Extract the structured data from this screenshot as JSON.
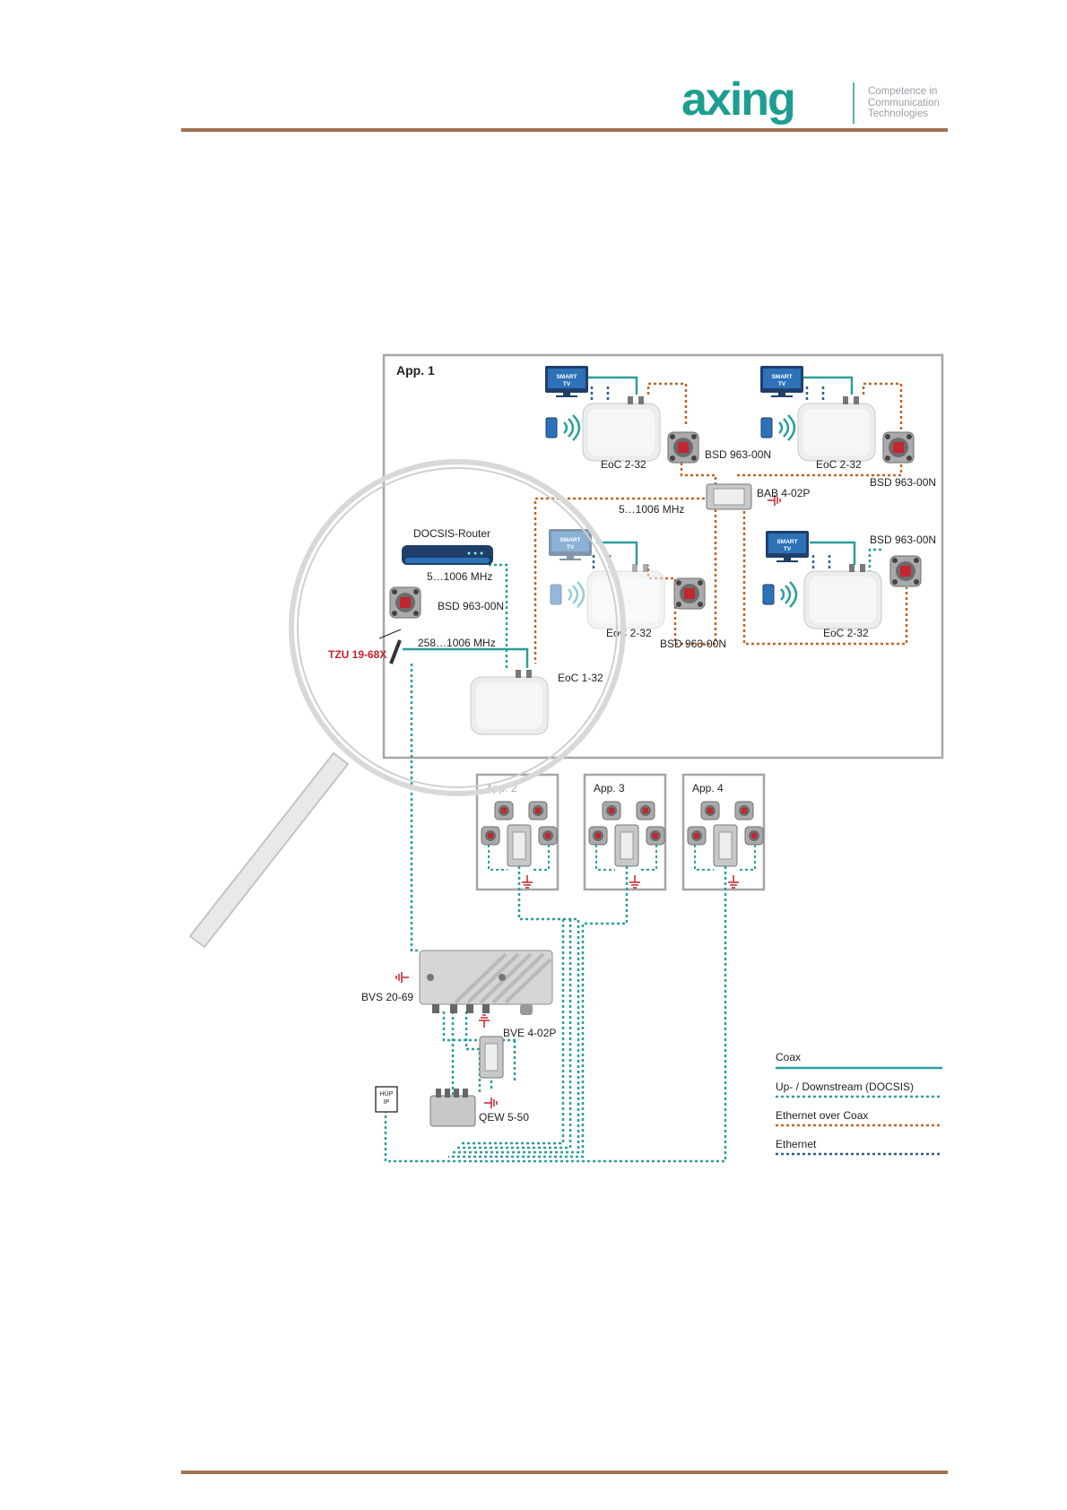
{
  "header": {
    "brand": "axing",
    "tagline": [
      "Competence in",
      "Communication",
      "Technologies"
    ]
  },
  "diagram": {
    "app1": {
      "title": "App. 1",
      "router": "DOCSIS-Router",
      "router_freq": "5…1006 MHz",
      "router_socket": "BSD 963-00N",
      "filter": "TZU 19-68X",
      "filter_freq": "258…1006 MHz",
      "eoc_master": "EoC 1-32",
      "eoc_a": "EoC 2-32",
      "eoc_b": "EoC 2-32",
      "eoc_c": "EoC 2-32",
      "eoc_d": "EoC 2-32",
      "socket_a": "BSD 963-00N",
      "socket_b": "BSD 963-00N",
      "socket_c": "BSD 963-00N",
      "socket_d": "BSD 963-00N",
      "splitter": "BAB 4-02P",
      "splitter_freq": "5…1006 MHz",
      "smart_tv": [
        "SMART",
        "TV"
      ]
    },
    "app2": {
      "title": "App. 2"
    },
    "app3": {
      "title": "App. 3"
    },
    "app4": {
      "title": "App. 4"
    },
    "amplifier": "BVS 20-69",
    "distributor": "BVE 4-02P",
    "multiswitch": "QEW 5-50",
    "hup": [
      "HÜP",
      "IP"
    ]
  },
  "legend": [
    {
      "label": "Coax",
      "color": "#2a9f9a",
      "style": "solid"
    },
    {
      "label": "Up- / Downstream (DOCSIS)",
      "color": "#2a9f9a",
      "style": "dotted"
    },
    {
      "label": "Ethernet over Coax",
      "color": "#c0642a",
      "style": "dotted"
    },
    {
      "label": "Ethernet",
      "color": "#2f5f8f",
      "style": "dotted"
    }
  ],
  "colors": {
    "teal": "#2a9f9a",
    "orange": "#c0642a",
    "blue": "#2f5f8f",
    "rule": "#a0714f"
  }
}
